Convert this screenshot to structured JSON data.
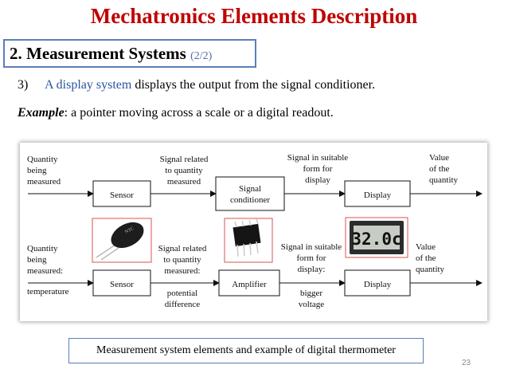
{
  "slide": {
    "title": "Mechatronics Elements Description",
    "section_title": "2. Measurement Systems",
    "section_sub": "(2/2)",
    "point_number": "3)",
    "point_highlight": "A display system",
    "point_rest": " displays the output from the signal conditioner.",
    "example_label": "Example",
    "example_text": ": a pointer moving across a scale or a digital readout.",
    "caption": "Measurement system elements and example of digital thermometer",
    "page_number": "23"
  },
  "diagram": {
    "row1": {
      "input": [
        "Quantity",
        "being",
        "measured"
      ],
      "block1": "Sensor",
      "signal1": [
        "Signal related",
        "to quantity",
        "measured"
      ],
      "block2": [
        "Signal",
        "conditioner"
      ],
      "signal2": [
        "Signal in suitable",
        "form for",
        "display"
      ],
      "block3": "Display",
      "output": [
        "Value",
        "of the",
        "quantity"
      ]
    },
    "row2": {
      "input": [
        "Quantity",
        "being",
        "measured:",
        "temperature"
      ],
      "block1": "Sensor",
      "signal1": [
        "Signal related",
        "to quantity",
        "measured:",
        "potential",
        "difference"
      ],
      "block2": "Amplifier",
      "signal2": [
        "Signal in suitable",
        "form for",
        "display:",
        "bigger",
        "voltage"
      ],
      "block3": "Display",
      "output": [
        "Value",
        "of the",
        "quantity"
      ]
    },
    "readout": "32.0c",
    "thermistor_marking": "NTC"
  },
  "colors": {
    "title": "#c00000",
    "highlight": "#2952a3",
    "frame": "#5b7fb8",
    "photo_border": "#d9534f"
  }
}
